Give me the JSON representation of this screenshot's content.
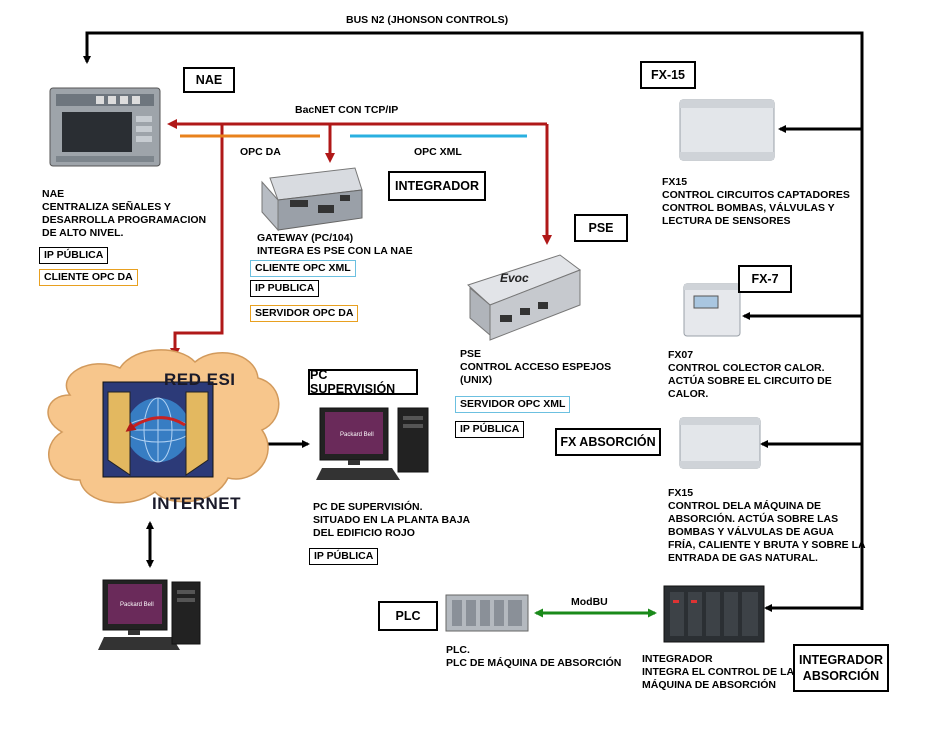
{
  "bus_label": "BUS N2 (JHONSON CONTROLS)",
  "bacnet_label": "BacNET CON TCP/IP",
  "opc_da_label": "OPC DA",
  "opc_xml_label": "OPC XML",
  "modbus_label": "ModBU",
  "boxes": {
    "nae": "NAE",
    "integrador": "INTEGRADOR",
    "pse": "PSE",
    "fx15": "FX-15",
    "fx7": "FX-7",
    "fx_absorcion": "FX ABSORCIÓN",
    "pc_supervision": "PC SUPERVISIÓN",
    "plc": "PLC",
    "integrador_absorcion_1": "INTEGRADOR",
    "integrador_absorcion_2": "ABSORCIÓN"
  },
  "nae": {
    "lines": [
      "NAE",
      "CENTRALIZA SEÑALES Y",
      "DESARROLLA PROGRAMACION",
      "DE ALTO NIVEL."
    ],
    "tag_ip": "IP PÚBLICA",
    "tag_opc": "CLIENTE OPC DA"
  },
  "gateway": {
    "lines": [
      "GATEWAY (PC/104)",
      "INTEGRA ES PSE CON LA NAE"
    ],
    "tag_client": "CLIENTE OPC XML",
    "tag_ip": "IP PUBLICA",
    "tag_server": "SERVIDOR OPC DA"
  },
  "pse": {
    "lines": [
      "PSE",
      "CONTROL ACCESO ESPEJOS",
      "(UNIX)"
    ],
    "tag_server": "SERVIDOR OPC XML",
    "tag_ip": "IP PÚBLICA"
  },
  "fx15_top": {
    "lines": [
      "FX15",
      "CONTROL CIRCUITOS CAPTADORES",
      "CONTROL BOMBAS, VÁLVULAS Y",
      "LECTURA DE SENSORES"
    ]
  },
  "fx07": {
    "lines": [
      "FX07",
      "CONTROL COLECTOR CALOR.",
      "ACTÚA SOBRE EL CIRCUITO DE",
      "CALOR."
    ]
  },
  "fx15_abs": {
    "lines": [
      "FX15",
      "CONTROL DELA MÁQUINA DE",
      "ABSORCIÓN. ACTÚA SOBRE LAS",
      "BOMBAS Y VÁLVULAS DE AGUA",
      "FRÍA, CALIENTE Y BRUTA Y SOBRE LA",
      "ENTRADA DE GAS NATURAL."
    ]
  },
  "pc": {
    "lines": [
      "PC DE SUPERVISIÓN.",
      "SITUADO EN LA PLANTA BAJA",
      "DEL EDIFICIO ROJO"
    ],
    "tag_ip": "IP PÚBLICA"
  },
  "plc": {
    "lines": [
      "PLC.",
      "PLC DE MÁQUINA DE ABSORCIÓN"
    ]
  },
  "integrador_abs": {
    "lines": [
      "INTEGRADOR",
      "INTEGRA EL CONTROL DE LA",
      "MÁQUINA DE ABSORCIÓN"
    ]
  },
  "network": {
    "red": "RED ESI",
    "internet": "INTERNET"
  },
  "colors": {
    "bacnet": "#b01818",
    "opc_da": "#e8821c",
    "opc_xml": "#2ab0e0",
    "modbus": "#1a8a1a",
    "bus": "#000000",
    "cloud": "#f7c68c"
  }
}
